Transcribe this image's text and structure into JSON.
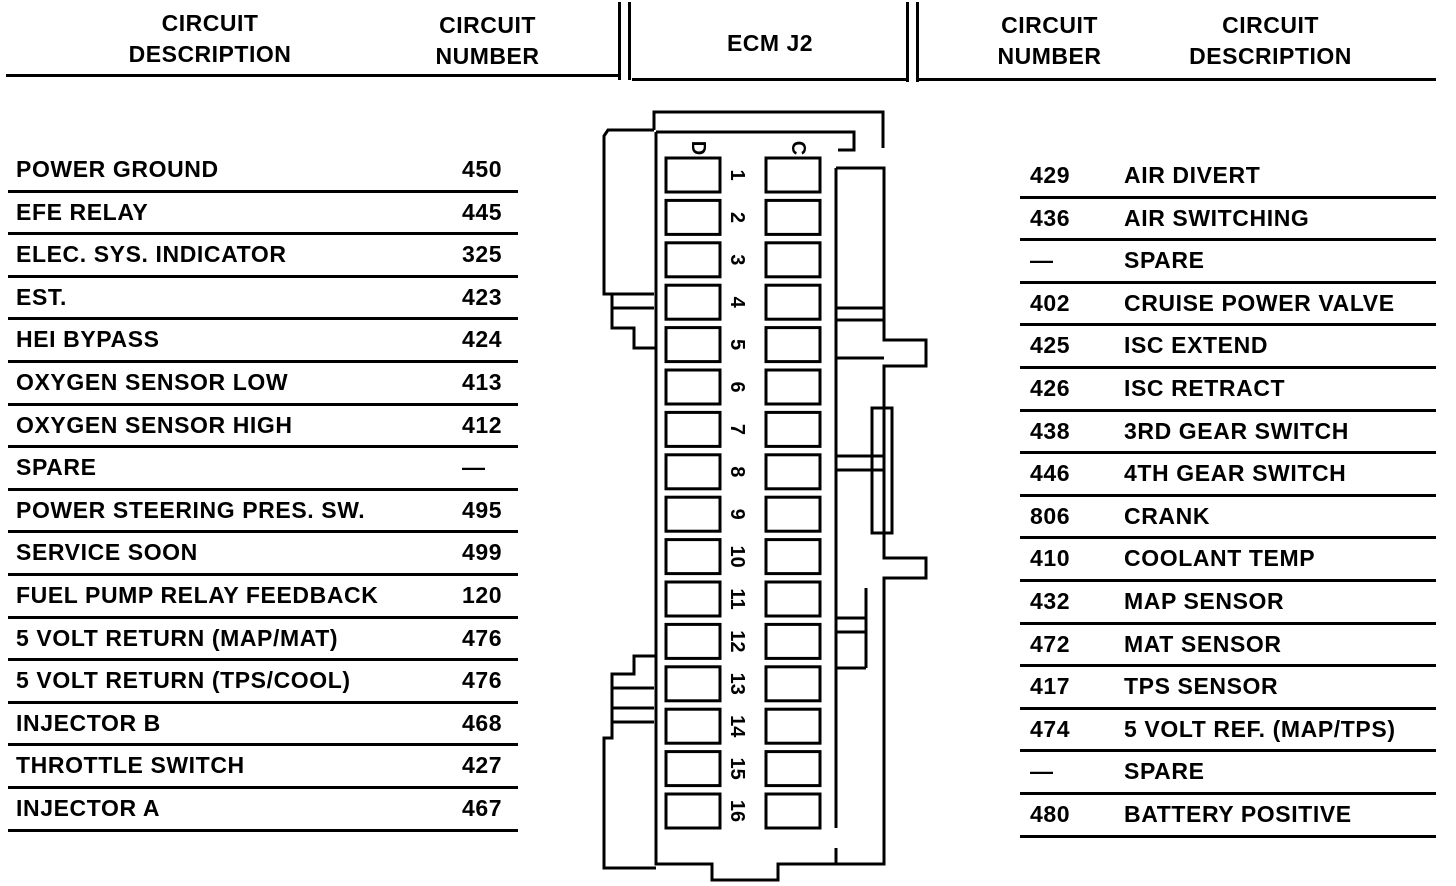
{
  "header": {
    "left_desc": [
      "CIRCUIT",
      "DESCRIPTION"
    ],
    "left_num": [
      "CIRCUIT",
      "NUMBER"
    ],
    "center": "ECM J2",
    "right_num": [
      "CIRCUIT",
      "NUMBER"
    ],
    "right_desc": [
      "CIRCUIT",
      "DESCRIPTION"
    ]
  },
  "connector": {
    "column_labels": [
      "D",
      "C"
    ],
    "pins": [
      "1",
      "2",
      "3",
      "4",
      "5",
      "6",
      "7",
      "8",
      "9",
      "10",
      "11",
      "12",
      "13",
      "14",
      "15",
      "16"
    ]
  },
  "left_rows": [
    {
      "desc": "POWER GROUND",
      "num": "450"
    },
    {
      "desc": "EFE RELAY",
      "num": "445"
    },
    {
      "desc": "ELEC. SYS. INDICATOR",
      "num": "325"
    },
    {
      "desc": "EST.",
      "num": "423"
    },
    {
      "desc": "HEI BYPASS",
      "num": "424"
    },
    {
      "desc": "OXYGEN SENSOR LOW",
      "num": "413"
    },
    {
      "desc": "OXYGEN SENSOR HIGH",
      "num": "412"
    },
    {
      "desc": "SPARE",
      "num": "—"
    },
    {
      "desc": "POWER STEERING PRES. SW.",
      "num": "495"
    },
    {
      "desc": "SERVICE SOON",
      "num": "499"
    },
    {
      "desc": "FUEL PUMP RELAY FEEDBACK",
      "num": "120"
    },
    {
      "desc": "5 VOLT RETURN (MAP/MAT)",
      "num": "476"
    },
    {
      "desc": "5 VOLT RETURN (TPS/COOL)",
      "num": "476"
    },
    {
      "desc": "INJECTOR B",
      "num": "468"
    },
    {
      "desc": "THROTTLE SWITCH",
      "num": "427"
    },
    {
      "desc": "INJECTOR A",
      "num": "467"
    }
  ],
  "right_rows": [
    {
      "num": "429",
      "desc": "AIR DIVERT"
    },
    {
      "num": "436",
      "desc": "AIR SWITCHING"
    },
    {
      "num": "—",
      "desc": "SPARE"
    },
    {
      "num": "402",
      "desc": "CRUISE POWER VALVE"
    },
    {
      "num": "425",
      "desc": "ISC EXTEND"
    },
    {
      "num": "426",
      "desc": "ISC RETRACT"
    },
    {
      "num": "438",
      "desc": "3RD GEAR SWITCH"
    },
    {
      "num": "446",
      "desc": "4TH GEAR SWITCH"
    },
    {
      "num": "806",
      "desc": "CRANK"
    },
    {
      "num": "410",
      "desc": "COOLANT TEMP"
    },
    {
      "num": "432",
      "desc": "MAP SENSOR"
    },
    {
      "num": "472",
      "desc": "MAT SENSOR"
    },
    {
      "num": "417",
      "desc": "TPS SENSOR"
    },
    {
      "num": "474",
      "desc": "5 VOLT REF. (MAP/TPS)"
    },
    {
      "num": "—",
      "desc": "SPARE"
    },
    {
      "num": "480",
      "desc": "BATTERY POSITIVE"
    }
  ]
}
